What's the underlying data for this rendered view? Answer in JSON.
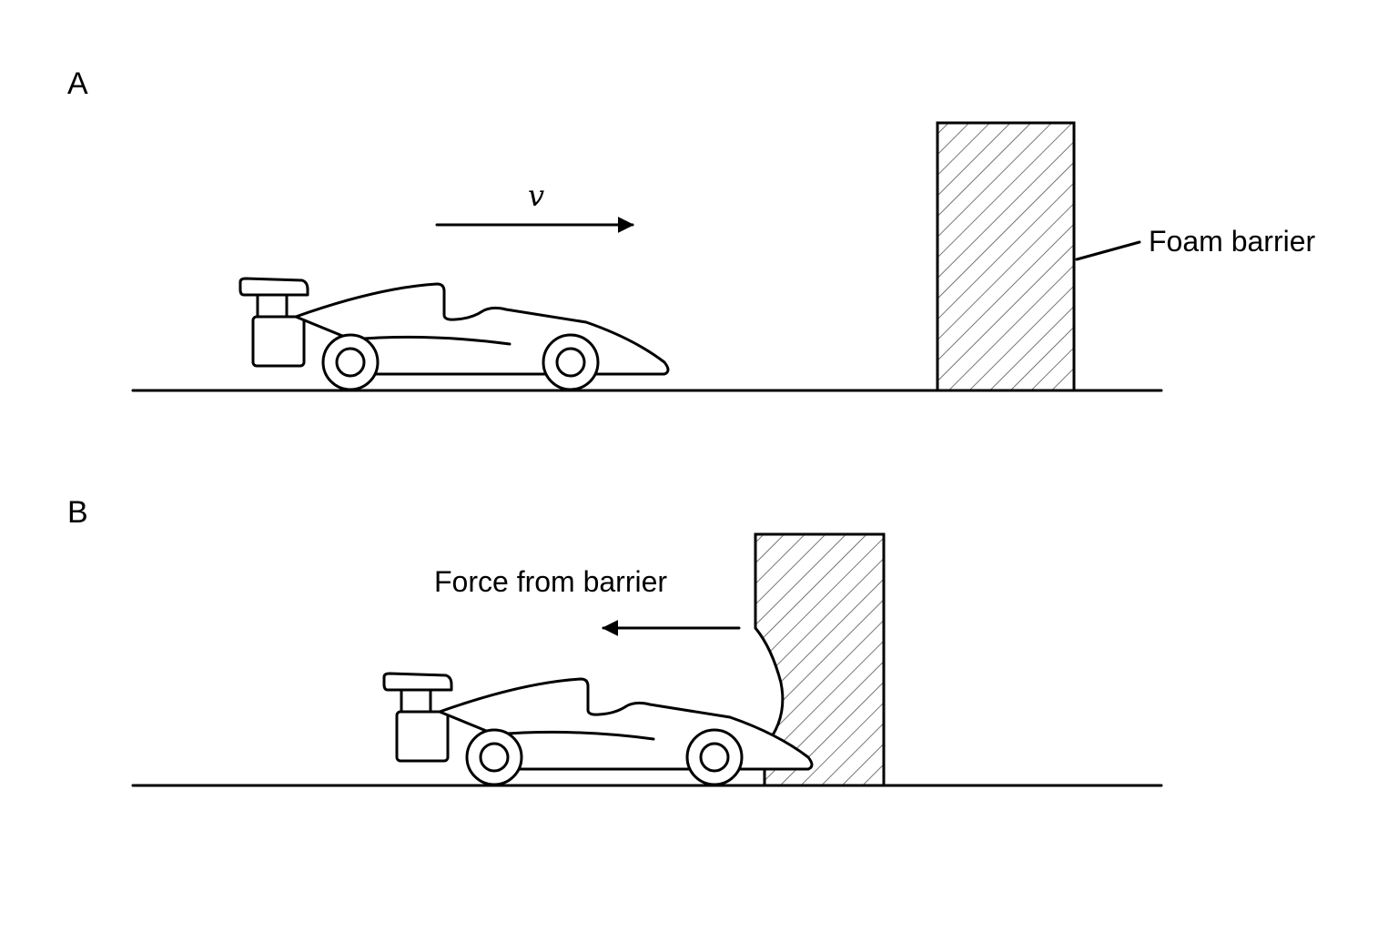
{
  "panels": [
    {
      "label": "A",
      "velocity_symbol": "v",
      "barrier_label": "Foam barrier"
    },
    {
      "label": "B",
      "force_label": "Force from barrier"
    }
  ]
}
